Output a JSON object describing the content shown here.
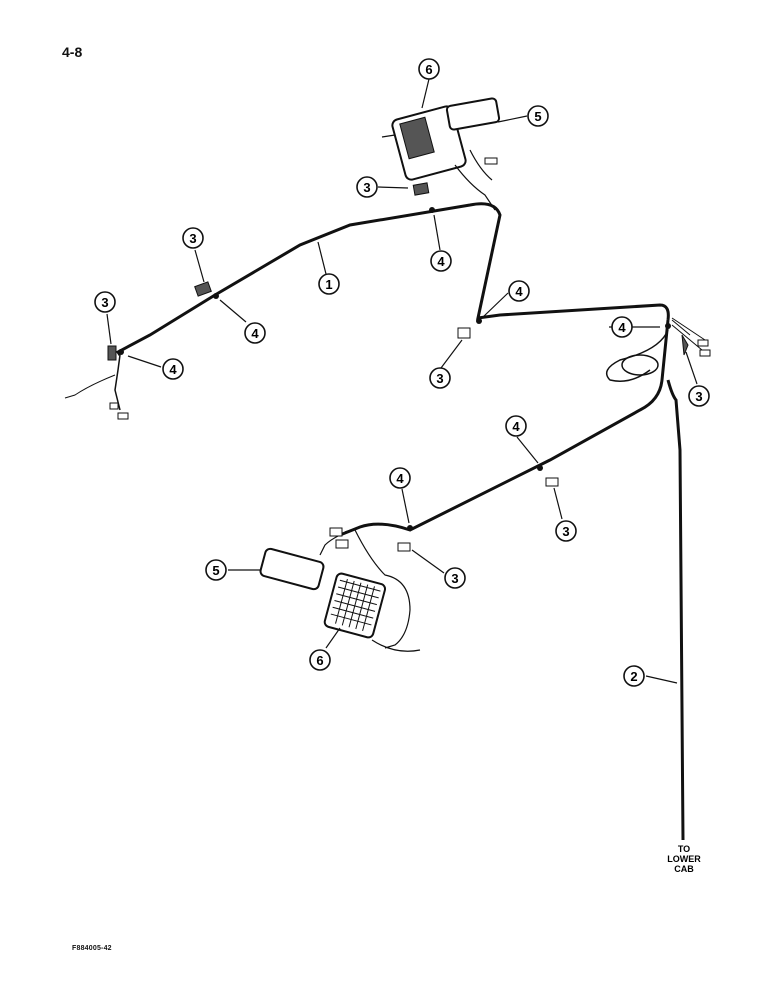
{
  "page": {
    "number": "4-8",
    "figure_id": "F884005-42"
  },
  "note": {
    "lines": [
      "TO",
      "LOWER",
      "CAB"
    ]
  },
  "callouts": {
    "c6_top": "6",
    "c5_top": "5",
    "c3_top": "3",
    "c4_top": "4",
    "c3_left_mid": "3",
    "c1": "1",
    "c4_left_mid": "4",
    "c3_left": "3",
    "c4_left": "4",
    "c4_center": "4",
    "c3_center": "3",
    "c4_right": "4",
    "c3_right": "3",
    "c4_lower": "4",
    "c3_lower": "3",
    "c4_lower2": "4",
    "c3_lower2": "3",
    "c5_bottom": "5",
    "c6_bottom": "6",
    "c2": "2"
  }
}
